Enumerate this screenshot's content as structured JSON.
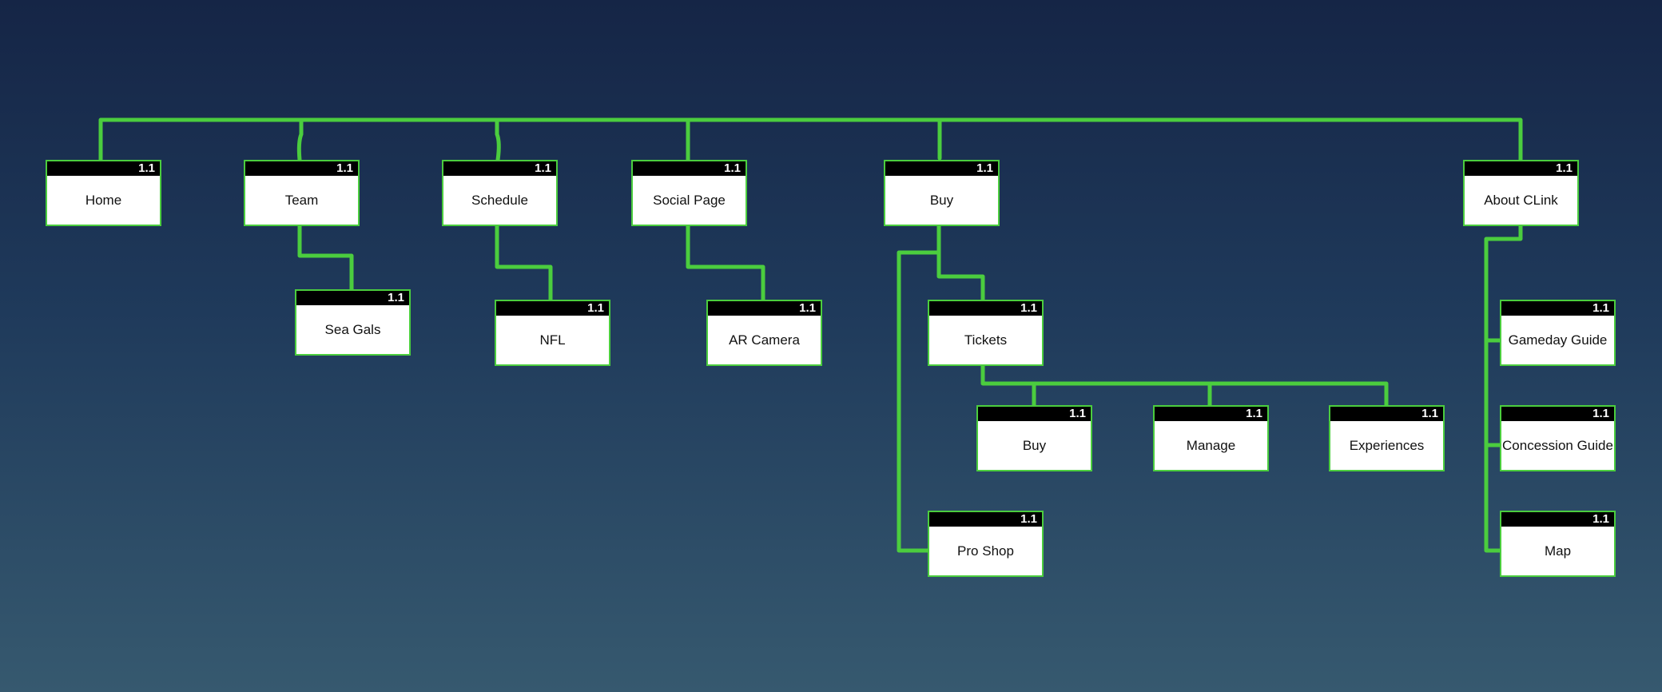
{
  "colors": {
    "connector": "#4bcd3e",
    "node_fill": "#ffffff",
    "badge_fill": "#000000",
    "background_top": "#152546",
    "background_bottom": "#36596f"
  },
  "nodes": {
    "home": {
      "label": "Home",
      "badge": "1.1"
    },
    "team": {
      "label": "Team",
      "badge": "1.1"
    },
    "sea_gals": {
      "label": "Sea Gals",
      "badge": "1.1"
    },
    "schedule": {
      "label": "Schedule",
      "badge": "1.1"
    },
    "nfl": {
      "label": "NFL",
      "badge": "1.1"
    },
    "social_page": {
      "label": "Social Page",
      "badge": "1.1"
    },
    "ar_camera": {
      "label": "AR Camera",
      "badge": "1.1"
    },
    "buy": {
      "label": "Buy",
      "badge": "1.1"
    },
    "tickets": {
      "label": "Tickets",
      "badge": "1.1"
    },
    "tickets_buy": {
      "label": "Buy",
      "badge": "1.1"
    },
    "manage": {
      "label": "Manage",
      "badge": "1.1"
    },
    "experiences": {
      "label": "Experiences",
      "badge": "1.1"
    },
    "pro_shop": {
      "label": "Pro Shop",
      "badge": "1.1"
    },
    "about_clink": {
      "label": "About CLink",
      "badge": "1.1"
    },
    "gameday_guide": {
      "label": "Gameday Guide",
      "badge": "1.1"
    },
    "concession_guide": {
      "label": "Concession Guide",
      "badge": "1.1"
    },
    "map": {
      "label": "Map",
      "badge": "1.1"
    }
  },
  "edges": [
    [
      "home",
      "team"
    ],
    [
      "team",
      "sea_gals"
    ],
    [
      "schedule",
      "nfl"
    ],
    [
      "social_page",
      "ar_camera"
    ],
    [
      "buy",
      "tickets"
    ],
    [
      "tickets",
      "tickets_buy"
    ],
    [
      "tickets",
      "manage"
    ],
    [
      "tickets",
      "experiences"
    ],
    [
      "buy",
      "pro_shop"
    ],
    [
      "about_clink",
      "gameday_guide"
    ],
    [
      "about_clink",
      "concession_guide"
    ],
    [
      "about_clink",
      "map"
    ]
  ]
}
